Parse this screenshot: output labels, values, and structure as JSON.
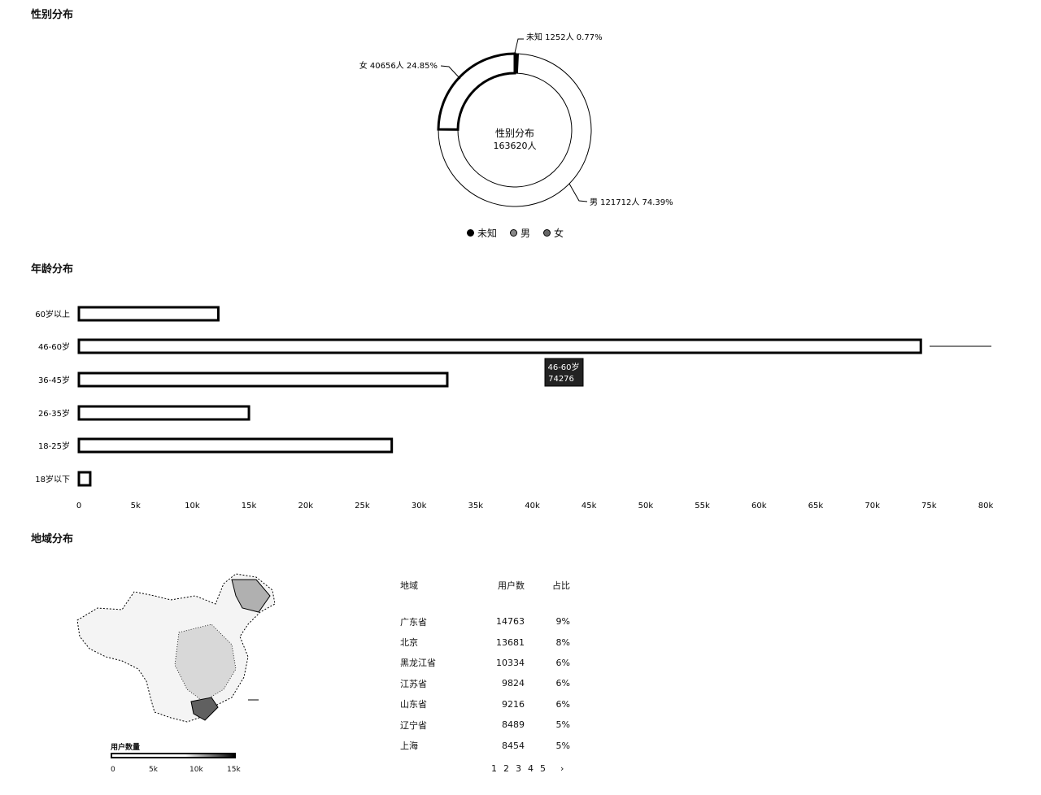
{
  "sections": {
    "gender_title": "性别分布",
    "age_title": "年龄分布",
    "region_title": "地域分布"
  },
  "gender": {
    "center_title": "性别分布",
    "center_total": "163620人",
    "labels": {
      "unknown": "未知 1252人 0.77%",
      "female": "女 40656人 24.85%",
      "male": "男 121712人 74.39%"
    },
    "legend": [
      "未知",
      "男",
      "女"
    ]
  },
  "chart_data": [
    {
      "type": "pie",
      "title": "性别分布",
      "categories": [
        "未知",
        "男",
        "女"
      ],
      "values": [
        1252,
        121712,
        40656
      ],
      "percent": [
        0.77,
        74.39,
        24.85
      ]
    },
    {
      "type": "bar",
      "orientation": "horizontal",
      "title": "年龄分布",
      "categories": [
        "18岁以下",
        "18-25岁",
        "26-35岁",
        "36-45岁",
        "46-60岁",
        "60岁以上"
      ],
      "values": [
        1000,
        27600,
        15000,
        32500,
        74276,
        12300
      ],
      "xlim": [
        0,
        80000
      ],
      "xticks": [
        "0",
        "5k",
        "10k",
        "15k",
        "20k",
        "25k",
        "30k",
        "35k",
        "40k",
        "45k",
        "50k",
        "55k",
        "60k",
        "65k",
        "70k",
        "75k",
        "80k"
      ],
      "tooltip": {
        "label": "46-60岁",
        "value": "74276"
      }
    }
  ],
  "region": {
    "headers": {
      "region": "地域",
      "users": "用户数",
      "share": "占比"
    },
    "rows": [
      {
        "region": "广东省",
        "users": "14763",
        "share": "9%"
      },
      {
        "region": "北京",
        "users": "13681",
        "share": "8%"
      },
      {
        "region": "黑龙江省",
        "users": "10334",
        "share": "6%"
      },
      {
        "region": "江苏省",
        "users": "9824",
        "share": "6%"
      },
      {
        "region": "山东省",
        "users": "9216",
        "share": "6%"
      },
      {
        "region": "辽宁省",
        "users": "8489",
        "share": "5%"
      },
      {
        "region": "上海",
        "users": "8454",
        "share": "5%"
      }
    ],
    "pages": [
      "1",
      "2",
      "3",
      "4",
      "5"
    ],
    "next": "›",
    "map_legend_title": "用户数量",
    "map_legend_ticks": [
      "0",
      "5k",
      "10k",
      "15k"
    ]
  }
}
